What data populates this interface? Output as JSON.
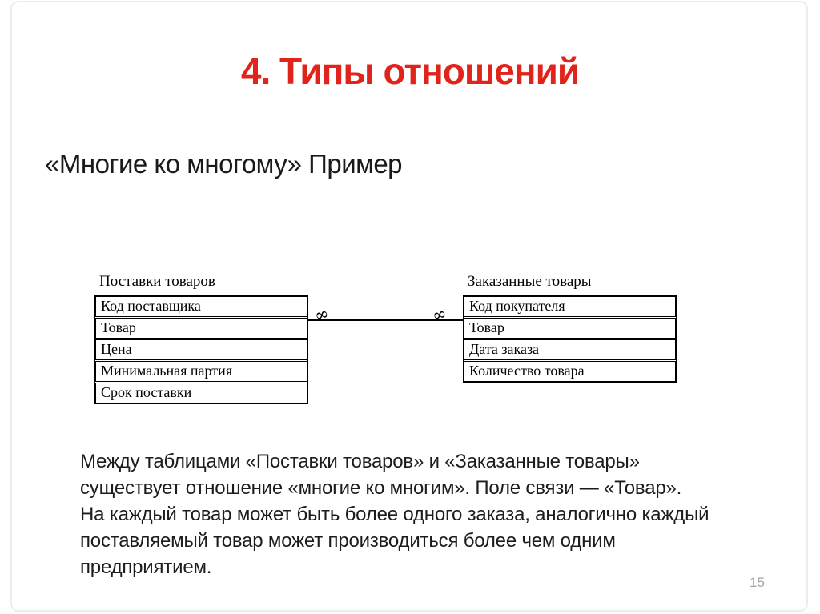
{
  "slide": {
    "title": "4. Типы отношений",
    "title_color": "#e0241c",
    "subtitle": "«Многие ко многому» Пример",
    "page_number": "15"
  },
  "diagram": {
    "left_table": {
      "title": "Поставки товаров",
      "fields": [
        "Код поставщика",
        "Товар",
        "Цена",
        "Минимальная партия",
        "Срок поставки"
      ]
    },
    "right_table": {
      "title": "Заказанные товары",
      "fields": [
        "Код покупателя",
        "Товар",
        "Дата заказа",
        "Количество товара"
      ]
    },
    "relation": {
      "left_cardinality": "∞",
      "right_cardinality": "∞"
    }
  },
  "body": {
    "paragraph": "Между таблицами «Поставки товаров» и «Заказанные товары»\nсуществует отношение «многие ко многим». Поле связи — «Товар».\nНа каждый товар может быть более одного заказа, аналогично каждый\nпоставляемый товар может производиться более чем одним\nпредприятием."
  }
}
